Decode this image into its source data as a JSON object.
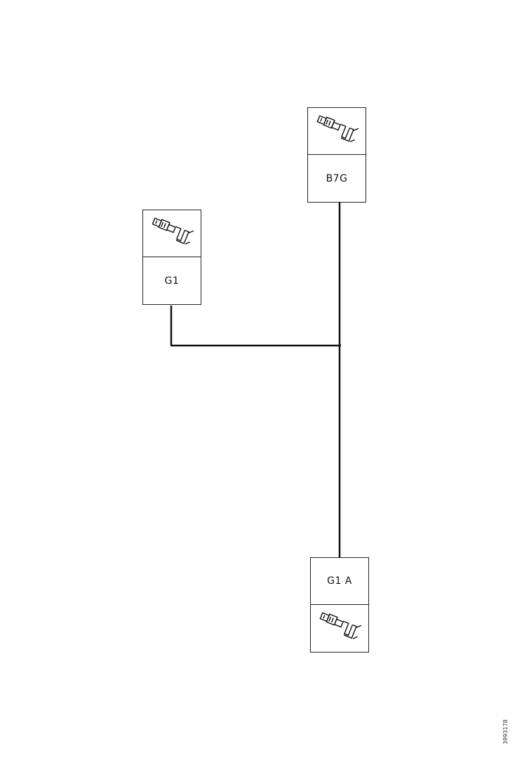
{
  "connectors": {
    "g1": {
      "label": "G1",
      "icon": "terminal-pin-icon"
    },
    "b7g": {
      "label": "B7G",
      "icon": "terminal-pin-icon"
    },
    "g1a": {
      "label": "G1 A",
      "icon": "terminal-pin-icon"
    }
  },
  "reference_number": "3993178",
  "colors": {
    "wire": "#111111",
    "box_border": "#222222"
  }
}
